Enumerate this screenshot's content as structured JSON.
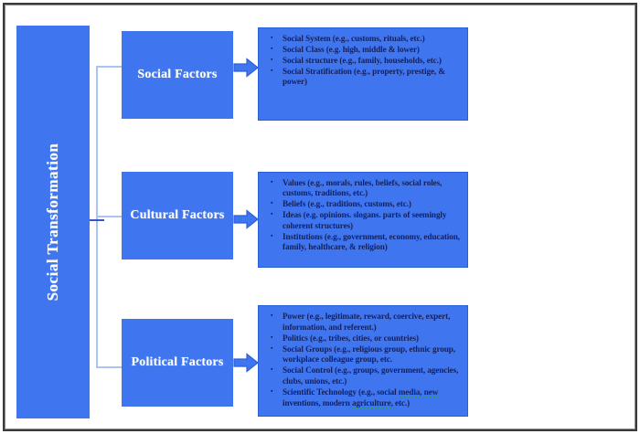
{
  "diagram": {
    "title": "Social Transformation",
    "branches": [
      {
        "label": "Social Factors",
        "items": [
          "Social System (e.g., customs, rituals, etc.)",
          "Social Class (e.g. high, middle &  lower)",
          "Social structure (e.g., family, households, etc.)",
          "Social Stratification (e.g., property, prestige, & power)"
        ]
      },
      {
        "label": "Cultural Factors",
        "items": [
          "Values (e.g., morals, rules, beliefs, social roles, customs, traditions, etc.)",
          "Beliefs (e.g., traditions, customs, etc.)",
          "Ideas (e.g. opinions. slogans. parts of seemingly coherent structures)",
          "Institutions (e.g., government, economy, education, family, healthcare, & religion)"
        ]
      },
      {
        "label": "Political Factors",
        "items": [
          "Power (e.g., legitimate, reward, coercive, expert, information, and referent.)",
          "Politics (e.g., tribes, cities, or countries)",
          "Social Groups (e.g., religious group, ethnic group, workplace colleague group, etc.",
          "Social Control (e.g., groups, government, agencies, clubs, unions, etc.)",
          "Scientific Technology (e.g., social media, new inventions, modern agriculture, etc.)"
        ]
      }
    ],
    "colors": {
      "shape_fill": "#3F76F0",
      "label_text": "#ffffff",
      "list_text": "#14205c",
      "connector": "#A9C3F5",
      "connector_stub": "#3258c8",
      "frame": "#3a3a3a",
      "spellcheck_underline": "#1faa33"
    },
    "icons": {
      "arrow": "block-right-arrow"
    }
  }
}
